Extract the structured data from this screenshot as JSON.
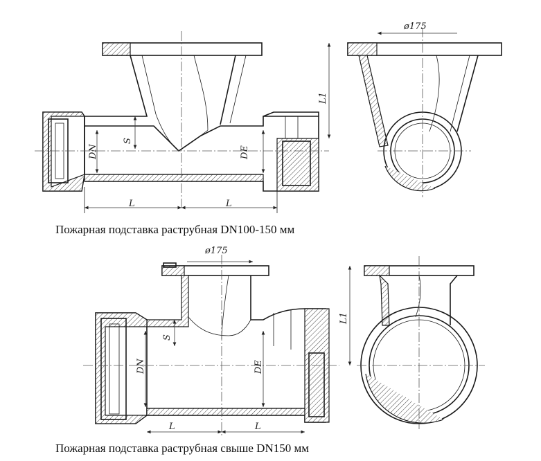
{
  "figure1": {
    "caption": "Пожарная подставка раструбная DN100-150 мм",
    "dim_flange": "ø175",
    "dim_height": "L1",
    "dim_wall": "S",
    "dim_dn": "DN",
    "dim_de": "DE",
    "dim_len_left": "L",
    "dim_len_right": "L"
  },
  "figure2": {
    "caption": "Пожарная подставка раструбная свыше DN150 мм",
    "dim_flange": "ø175",
    "dim_height": "L1",
    "dim_wall": "S",
    "dim_dn": "DN",
    "dim_de": "DE",
    "dim_len_left": "L",
    "dim_len_right": "L"
  }
}
